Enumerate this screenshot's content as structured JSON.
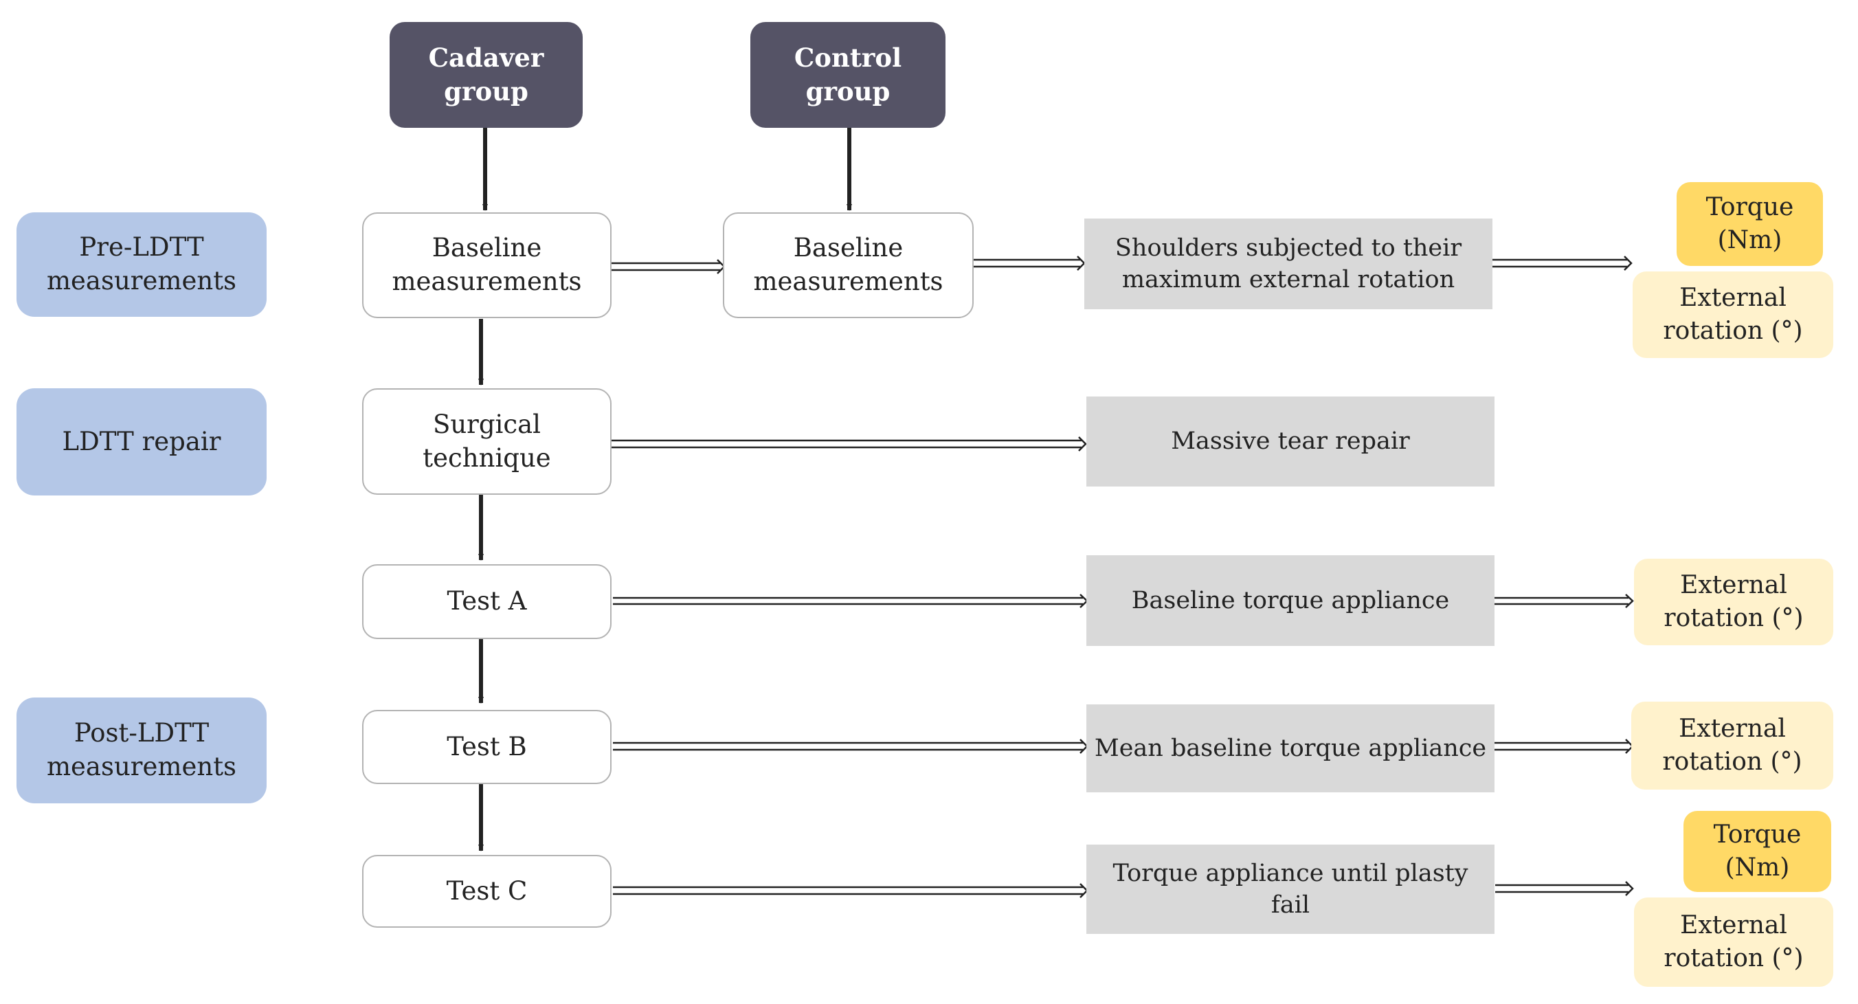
{
  "groups": {
    "cadaver": "Cadaver\ngroup",
    "control": "Control\ngroup"
  },
  "phases": {
    "pre": "Pre-LDTT\nmeasurements",
    "repair": "LDTT  repair",
    "post": "Post-LDTT\nmeasurements"
  },
  "steps": {
    "baseline_cadaver": "Baseline\nmeasurements",
    "baseline_control": "Baseline\nmeasurements",
    "surgical": "Surgical\ntechnique",
    "test_a": "Test A",
    "test_b": "Test B",
    "test_c": "Test C"
  },
  "actions": {
    "shoulders": "Shoulders subjected to their\nmaximum external rotation",
    "massive": "Massive tear repair",
    "baseline_torque": "Baseline torque appliance",
    "mean_torque": "Mean baseline torque appliance",
    "until_fail": "Torque appliance until plasty\nfail"
  },
  "outcomes": {
    "torque_1": "Torque\n(Nm)",
    "rotation_1": "External\nrotation (°)",
    "rotation_2": "External\nrotation (°)",
    "rotation_3": "External\nrotation (°)",
    "torque_2": "Torque\n(Nm)",
    "rotation_4": "External\nrotation (°)"
  },
  "colors": {
    "group": "#555366",
    "phase": "#b4c7e7",
    "action": "#d9d9d9",
    "torque": "#ffd966",
    "rotation": "#fff2cc",
    "arrow": "#222222"
  }
}
